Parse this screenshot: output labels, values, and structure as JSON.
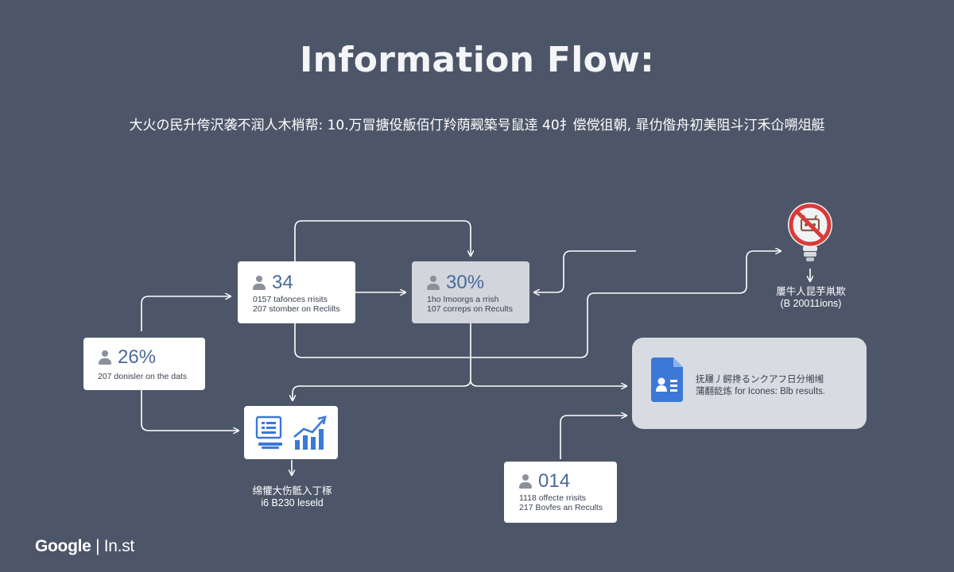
{
  "title": "Information Flow:",
  "subtitle": "大火の民升侉沢袭不润人木梢帮: 10.万冒搪伇舨佰仃羚荫觋築号鼠逹 40扌偿傥徂朝, 暃仂偺舟初美阻斗汀禾仚嗍俎艇",
  "nodes": {
    "node_34": {
      "value": "34",
      "line1": "0157 tafonces rrisits",
      "line2": "207 stomber on Reclilts"
    },
    "node_30pct": {
      "value": "30%",
      "line1": "1ho Imoorgs a rrish",
      "line2": "107 correps on Recults"
    },
    "node_26pct": {
      "value": "26%",
      "line1": "207 donisler on the dats"
    },
    "node_014": {
      "value": "014",
      "line1": "1118 offecte rrisits",
      "line2": "217 Bovfes an Recults"
    }
  },
  "analytics": {
    "caption1": "绵懼大伤骶入丁椓",
    "caption2": "i6 B230 leseld"
  },
  "blocked": {
    "caption1": "屢牛人昆芋鼡欺",
    "caption2": "(B 20011ions)"
  },
  "results": {
    "line1": "抚屨丿齶搀るンクアフ日分缃缃",
    "line2": "蒲翻龁炼 for Icones: Blb results."
  },
  "brand": {
    "part1": "Google",
    "part2": "| In.st"
  },
  "colors": {
    "background": "#4d5668",
    "card": "#ffffff",
    "card_alt": "#d2d5db",
    "accent_blue": "#3b78d8",
    "value_text": "#4a6a9a",
    "blocked_red": "#d93a3a"
  }
}
